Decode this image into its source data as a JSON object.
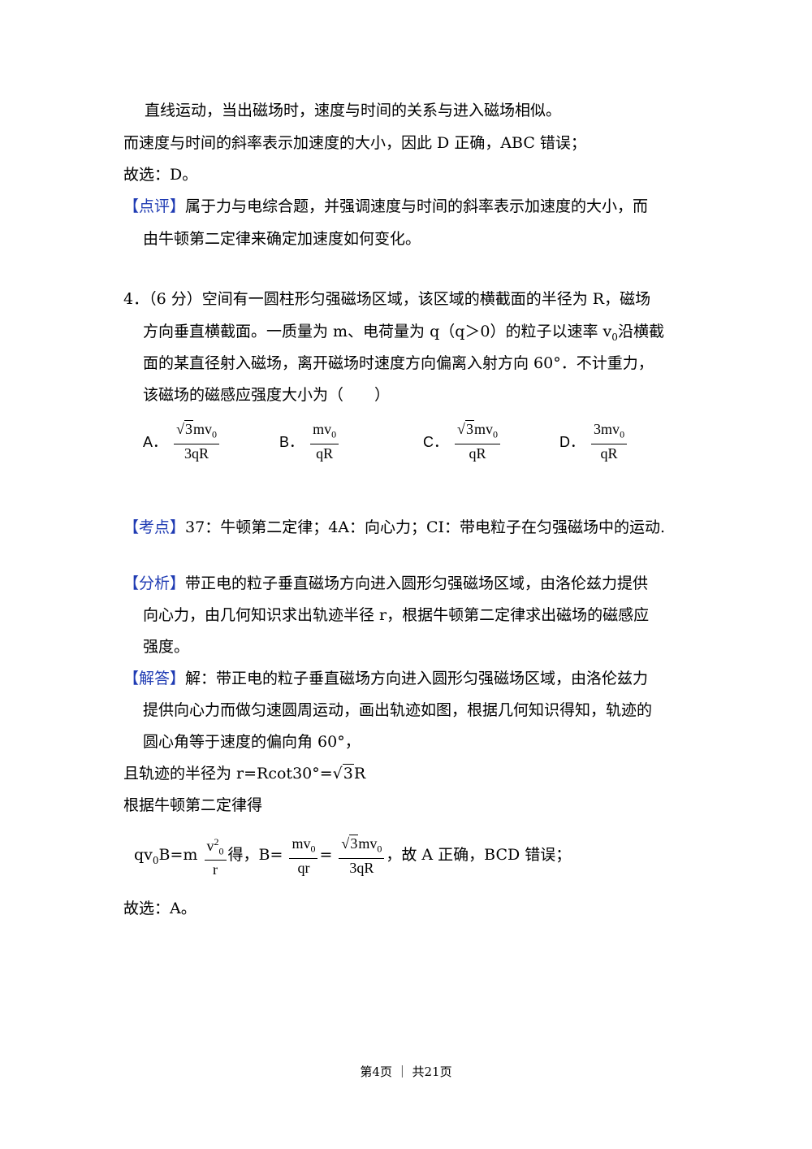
{
  "prev": {
    "line1": "直线运动，当出磁场时，速度与时间的关系与进入磁场相似。",
    "line2": "而速度与时间的斜率表示加速度的大小，因此 D 正确，ABC 错误；",
    "answer": "故选：D。",
    "comment_tag": "【点评】",
    "comment_l1": "属于力与电综合题，并强调速度与时间的斜率表示加速度的大小，而",
    "comment_l2": "由牛顿第二定律来确定加速度如何变化。"
  },
  "question": {
    "l1": "4．（6 分）空间有一圆柱形匀强磁场区域，该区域的横截面的半径为 R，磁场",
    "l2_a": "方向垂直横截面。一质量为 m、电荷量为 q（q＞0）的粒子以速率 v",
    "l2_sub": "0",
    "l2_b": "沿横截",
    "l3": "面的某直径射入磁场，离开磁场时速度方向偏离入射方向 60°．不计重力，",
    "l4": "该磁场的磁感应强度大小为（　　）",
    "options": [
      {
        "label": "A．",
        "num_pre": "√",
        "num_rad": "3",
        "num_post": "mv",
        "num_sub": "0",
        "den": "3qR"
      },
      {
        "label": "B．",
        "num_pre": "",
        "num_rad": "",
        "num_post": "mv",
        "num_sub": "0",
        "den": "qR"
      },
      {
        "label": "C．",
        "num_pre": "√",
        "num_rad": "3",
        "num_post": "mv",
        "num_sub": "0",
        "den": "qR"
      },
      {
        "label": "D．",
        "num_pre": "",
        "num_rad": "",
        "num_post": "3mv",
        "num_sub": "0",
        "den": "qR"
      }
    ]
  },
  "kaodian": {
    "tag": "【考点】",
    "text": "37：牛顿第二定律；4A：向心力；CI：带电粒子在匀强磁场中的运动."
  },
  "fenxi": {
    "tag": "【分析】",
    "l1": "带正电的粒子垂直磁场方向进入圆形匀强磁场区域，由洛伦兹力提供",
    "l2": "向心力，由几何知识求出轨迹半径 r，根据牛顿第二定律求出磁场的磁感应",
    "l3": "强度。"
  },
  "jieda": {
    "tag": "【解答】",
    "l1": "解：带正电的粒子垂直磁场方向进入圆形匀强磁场区域，由洛伦兹力",
    "l2": "提供向心力而做匀速圆周运动，画出轨迹如图，根据几何知识得知，轨迹的",
    "l3": "圆心角等于速度的偏向角 60°，",
    "l4_a": "且轨迹的半径为 r=Rcot30°=",
    "l4_rad": "3",
    "l4_b": "R",
    "l5": "根据牛顿第二定律得",
    "eq_a": "qv",
    "eq_sub": "0",
    "eq_b": "B=m",
    "eq_frac1_num": "v",
    "eq_frac1_sup": "2",
    "eq_frac1_sub": "0",
    "eq_frac1_den": "r",
    "eq_c": "得，B=",
    "eq_frac2_num": "mv",
    "eq_frac2_sub": "0",
    "eq_frac2_den": "qr",
    "eq_eq": "=",
    "eq_frac3_rad": "3",
    "eq_frac3_num": "mv",
    "eq_frac3_sub": "0",
    "eq_frac3_den": "3qR",
    "eq_d": "，故 A 正确，BCD 错误；",
    "answer": "故选：A。"
  },
  "footer": {
    "text": "第4页 ｜ 共21页"
  }
}
